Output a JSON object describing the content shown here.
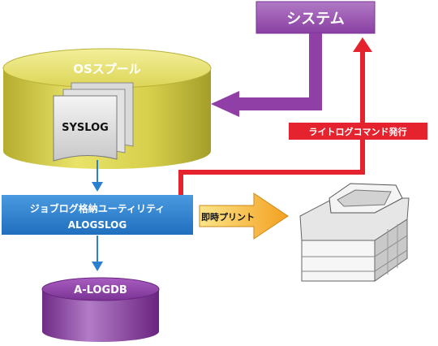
{
  "system_box": {
    "label": "システム"
  },
  "os_spool": {
    "label": "OSスプール",
    "doc_label": "SYSLOG"
  },
  "red_command": {
    "label": "ライトログコマンド発行"
  },
  "utility": {
    "label_line1": "ジョブログ格納ユーティリティ",
    "label_line2": "ALOGSLOG"
  },
  "immediate_print": {
    "label": "即時プリント"
  },
  "database": {
    "label": "A-LOGDB"
  },
  "colors": {
    "purple": "#8f3fa6",
    "purple_light": "#c79fd6",
    "yellow": "#e2dc5a",
    "yellow_dark": "#a9a332",
    "red": "#e5232e",
    "blue": "#2a7fcf",
    "orange": "#f5a623"
  }
}
